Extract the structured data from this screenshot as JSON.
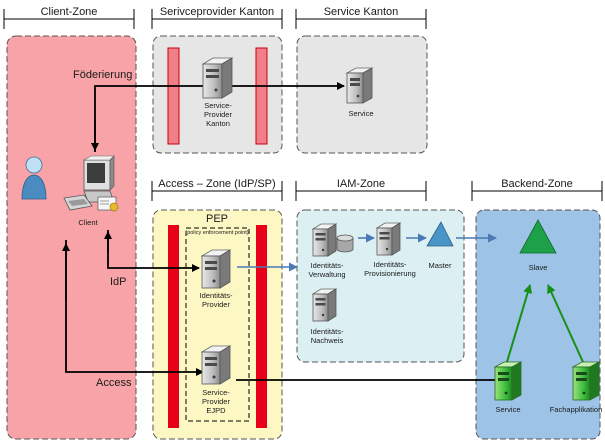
{
  "zones": {
    "client": "Client-Zone",
    "sp_kanton": "Serivceprovider Kanton",
    "service_kanton": "Service Kanton",
    "access": "Access – Zone (IdP/SP)",
    "iam": "IAM-Zone",
    "backend": "Backend-Zone"
  },
  "labels": {
    "foederierung": "Föderierung",
    "idp": "IdP",
    "access": "Access",
    "pep": "PEP",
    "pep_sub": "(policy enforcement point)"
  },
  "nodes": {
    "sp_kanton": [
      "Service-",
      "Provider",
      "Kanton"
    ],
    "service": "Service",
    "client": "Client",
    "idp": [
      "Identitäts-",
      "Provider"
    ],
    "sp_ejpd": [
      "Service-",
      "Provider",
      "EJPD"
    ],
    "id_verwaltung": [
      "Identitäts-",
      "Verwaltung"
    ],
    "id_provisionierung": [
      "Identitäts-",
      "Provisionierung"
    ],
    "master": "Master",
    "id_nachweis": [
      "Identitäts-",
      "Nachweis"
    ],
    "slave": "Slave",
    "backend_service": "Service",
    "fachapplikation": "Fachapplikation"
  },
  "colors": {
    "client_zone": "#f7a3a7",
    "gray_zone": "#e6e6e6",
    "access_zone": "#fdf7c4",
    "iam_zone": "#dcf0f3",
    "backend_zone": "#9dc3e6",
    "firewall": "#e8001b",
    "arrow_black": "#000000",
    "arrow_blue": "#4a7ab5",
    "arrow_green": "#168f16",
    "triangle_blue": "#4a95c8",
    "triangle_green": "#1ea04a"
  }
}
